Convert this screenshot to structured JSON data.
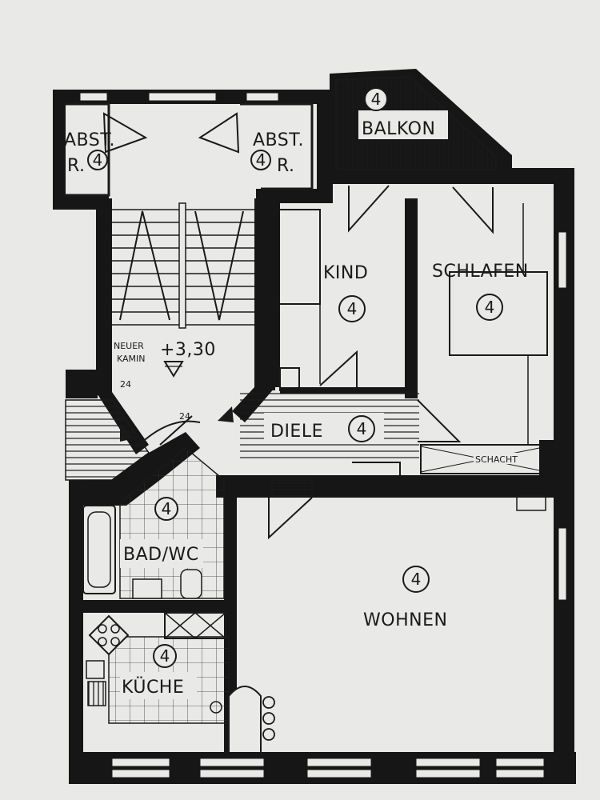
{
  "rooms": {
    "abst_left": {
      "line1": "ABST.",
      "line2": "R.",
      "number": "4"
    },
    "abst_right": {
      "line1": "ABST.",
      "line2": "R.",
      "number": "4"
    },
    "balkon": {
      "label": "BALKON",
      "number": "4"
    },
    "kind": {
      "label": "KIND",
      "number": "4"
    },
    "schlafen": {
      "label": "SCHLAFEN",
      "number": "4"
    },
    "diele": {
      "label": "DIELE",
      "number": "4"
    },
    "bad_wc": {
      "label": "BAD/WC",
      "number": "4"
    },
    "kueche": {
      "label": "KÜCHE",
      "number": "4"
    },
    "wohnen": {
      "label": "WOHNEN",
      "number": "4"
    }
  },
  "stair": {
    "kamin_line1": "NEUER",
    "kamin_line2": "KAMIN",
    "level": "+3,30",
    "step_marks": [
      "24",
      "24"
    ]
  },
  "schacht": {
    "label": "SCHACHT"
  },
  "colors": {
    "paper": "#e9e9e7",
    "ink": "#161616"
  }
}
